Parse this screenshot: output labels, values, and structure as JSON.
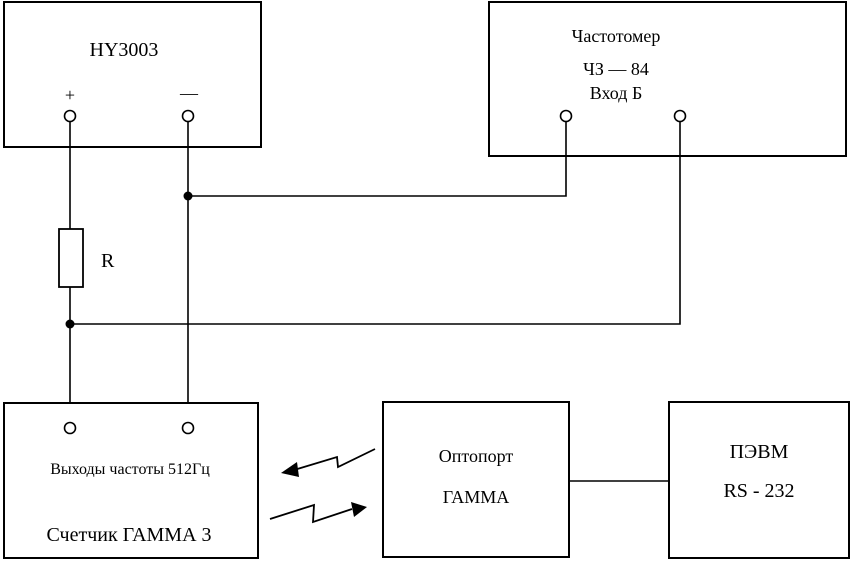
{
  "power_supply": {
    "title": "HY3003",
    "plus": "+",
    "minus": "—"
  },
  "frequency_meter": {
    "line1": "Частотомер",
    "line2": "ЧЗ — 84",
    "line3": "Вход Б"
  },
  "resistor": {
    "label": "R"
  },
  "meter": {
    "outputs": "Выходы частоты 512Гц",
    "name": "Счетчик ГАММА 3"
  },
  "optoport": {
    "line1": "Оптопорт",
    "line2": "ГАММА"
  },
  "pc": {
    "line1": "ПЭВМ",
    "line2": "RS - 232"
  }
}
